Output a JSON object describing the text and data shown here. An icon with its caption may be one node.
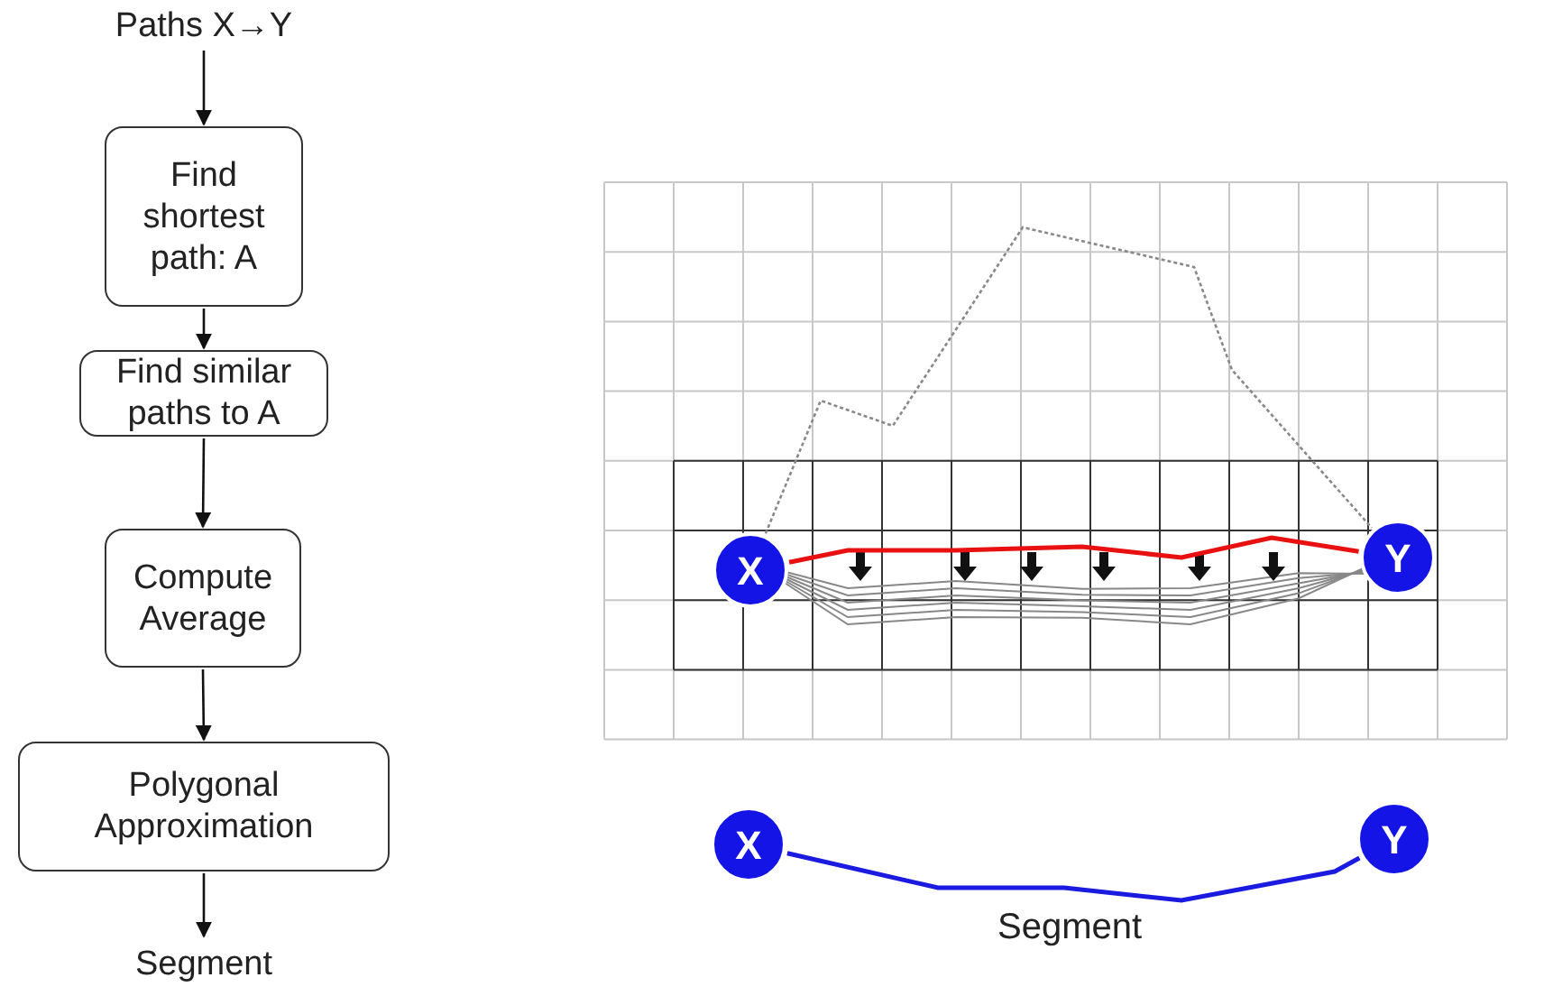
{
  "diagram": {
    "nodes": [
      {
        "text": [
          "Paths X→Y"
        ]
      },
      {
        "text": [
          "Find shortest path: A"
        ]
      },
      {
        "text": [
          "Find similar paths to A"
        ]
      },
      {
        "text": [
          "Compute Average"
        ]
      },
      {
        "text": [
          "Polygonal Approximation"
        ]
      },
      {
        "text": [
          "Segment"
        ]
      },
      {
        "text": [
          "X"
        ]
      },
      {
        "text": [
          "Y"
        ]
      },
      {
        "text": [
          "X"
        ]
      },
      {
        "text": [
          "Y"
        ]
      }
    ],
    "edges": [
      {
        "from": 0,
        "to": 1,
        "arrow": "to"
      },
      {
        "from": 1,
        "to": 2,
        "arrow": "to"
      },
      {
        "from": 2,
        "to": 3,
        "arrow": "to"
      },
      {
        "from": 3,
        "to": 4,
        "arrow": "to"
      },
      {
        "from": 4,
        "to": 5,
        "arrow": "to"
      },
      {
        "from": 6,
        "to": 7,
        "arrow": "none",
        "color": "#e81010"
      },
      {
        "from": 8,
        "to": 9,
        "arrow": "none",
        "color": "#1a1ae0"
      },
      {
        "from": 6,
        "to": 7,
        "arrow": "none",
        "style": "dashed",
        "color": "#888888"
      }
    ],
    "labels": [
      "Segment"
    ]
  }
}
